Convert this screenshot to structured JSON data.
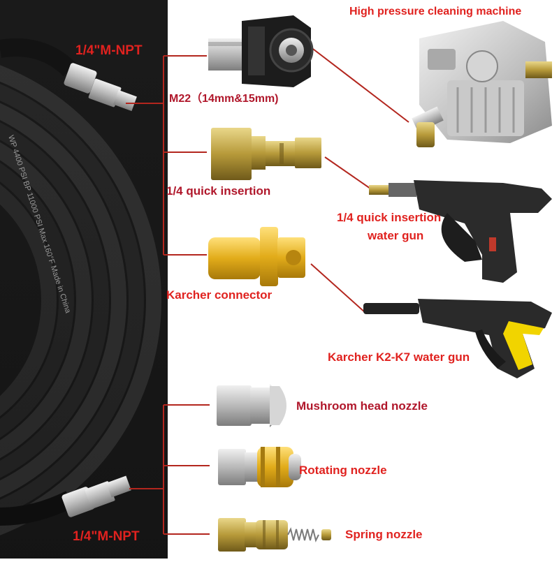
{
  "colors": {
    "label_primary": "#e0221f",
    "label_secondary": "#b0172b",
    "connector_line": "#b3261e",
    "hose": "#151515",
    "brass": "#c9a13b",
    "gold": "#e2b21a",
    "steel": "#c8c8c8",
    "karcher_yellow": "#f1d400"
  },
  "labels": {
    "top_thread": "1/4\"M-NPT",
    "bottom_thread": "1/4\"M-NPT",
    "m22": "M22（14mm&15mm)",
    "quick_insertion": "1/4 quick insertion",
    "karcher_connector": "Karcher connector",
    "cleaning_machine": "High pressure cleaning machine",
    "quick_gun_line1": "1/4 quick insertion",
    "quick_gun_line2": "water gun",
    "karcher_gun": "Karcher K2-K7 water gun",
    "mushroom_nozzle": "Mushroom head nozzle",
    "rotating_nozzle": "Rotating nozzle",
    "spring_nozzle": "Spring nozzle"
  },
  "hose_print": "WP 4400 PSI BP 11000 PSI Max 160°F Made in China",
  "icons": {
    "m22_adapter": "m22-adapter-icon",
    "quick_coupler": "quick-coupler-icon",
    "karcher_adapter": "karcher-adapter-icon",
    "pump": "pressure-washer-pump-icon",
    "quick_gun": "spray-gun-icon",
    "karcher_gun": "karcher-gun-icon",
    "mushroom": "mushroom-nozzle-icon",
    "rotating": "rotating-nozzle-icon",
    "spring": "spring-nozzle-icon"
  }
}
